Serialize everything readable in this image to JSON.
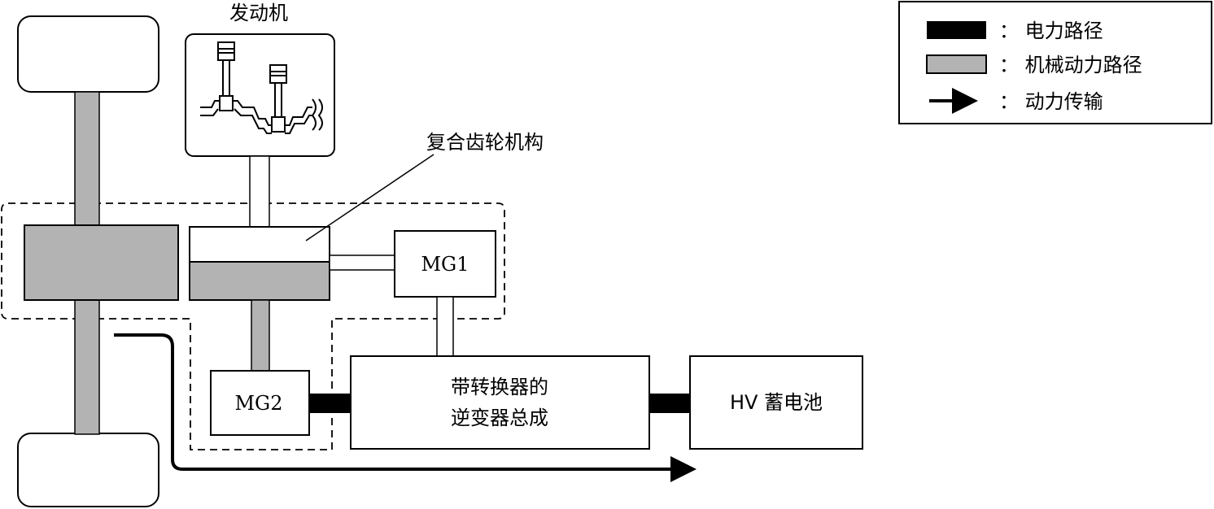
{
  "diagram": {
    "engine_label": "发动机",
    "gear_label": "复合齿轮机构",
    "mg1_label": "MG1",
    "mg2_label": "MG2",
    "inverter_line1": "带转换器的",
    "inverter_line2": "逆变器总成",
    "battery_label": "HV 蓄电池"
  },
  "legend": {
    "items": [
      {
        "label": "：  电力路径",
        "swatch": "electric"
      },
      {
        "label": "：  机械动力路径",
        "swatch": "mechanical"
      },
      {
        "label": "：  动力传输",
        "swatch": "arrow"
      }
    ]
  },
  "colors": {
    "electric": "#000000",
    "mechanical": "#b3b3b3",
    "outline": "#000000",
    "background": "#ffffff"
  }
}
